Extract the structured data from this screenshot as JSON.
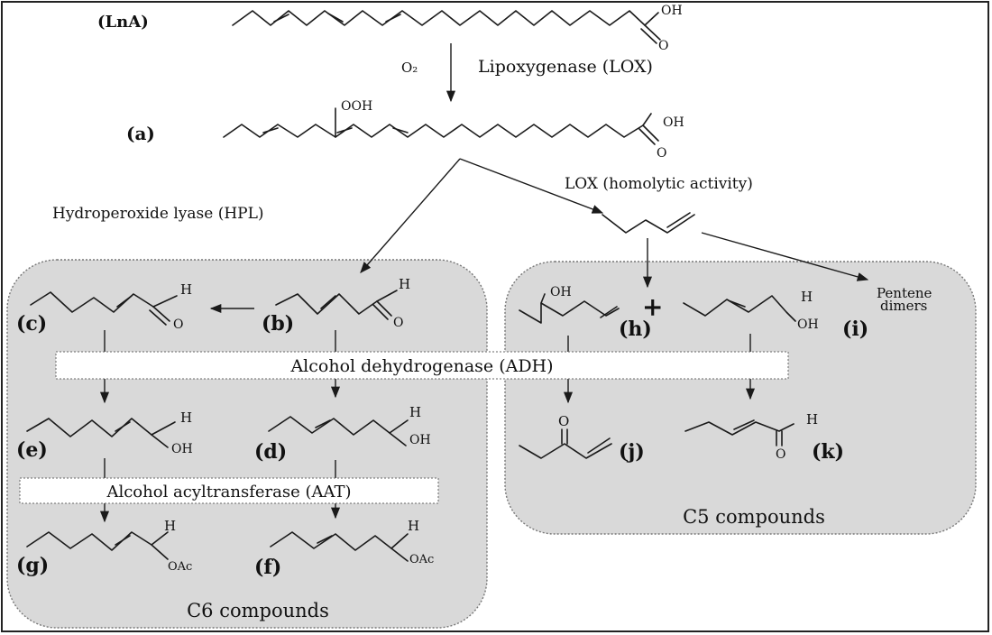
{
  "labels": {
    "lna": "(LnA)",
    "a": "(a)",
    "b": "(b)",
    "c": "(c)",
    "d": "(d)",
    "e": "(e)",
    "f": "(f)",
    "g": "(g)",
    "h": "(h)",
    "i": "(i)",
    "j": "(j)",
    "k": "(k)"
  },
  "atoms": {
    "oh": "OH",
    "o": "O",
    "h": "H",
    "ooh": "OOH",
    "oac": "OAc",
    "o2": "O₂",
    "plus": "+"
  },
  "enzymes": {
    "lox": "Lipoxygenase (LOX)",
    "lox_homolytic": "LOX (homolytic activity)",
    "hpl": "Hydroperoxide lyase (HPL)",
    "adh": "Alcohol dehydrogenase (ADH)",
    "aat": "Alcohol acyltransferase (AAT)"
  },
  "groups": {
    "c6": "C6 compounds",
    "c5": "C5 compounds",
    "pentene_line1": "Pentene",
    "pentene_line2": "dimers"
  },
  "colors": {
    "box_fill": "#d9d9d9",
    "line": "#1a1a1a"
  }
}
